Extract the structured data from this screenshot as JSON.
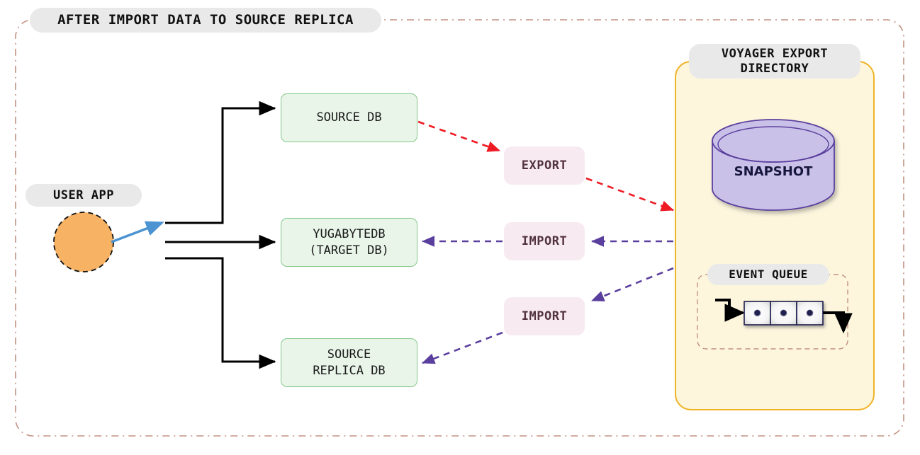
{
  "diagram": {
    "title": "AFTER IMPORT DATA TO SOURCE REPLICA",
    "type": "architecture-flow",
    "outer_border": {
      "style": "dash-dot",
      "color": "#c39182"
    },
    "colors": {
      "db_box_fill": "#e9f5e9",
      "db_box_border": "#86c98a",
      "pill_fill": "#e9e9e9",
      "op_label_fill": "#f7ebf1",
      "op_label_text": "#52323f",
      "export_arrow": "#ee1b24",
      "import_arrow": "#5b3f9e",
      "user_arrow": "#4b93d1",
      "user_circle_fill": "#f7b264",
      "panel_fill": "#fdf6dd",
      "panel_border": "#f0b429",
      "snapshot_fill": "#c9c1e8",
      "snapshot_border": "#5b3f9e",
      "queue_cell_border": "#1d1d4e"
    }
  },
  "user_app": {
    "label": "USER APP",
    "shape": "circle",
    "border_style": "dashed"
  },
  "databases": [
    {
      "id": "source-db",
      "label": "SOURCE DB"
    },
    {
      "id": "target-db",
      "label": "YUGABYTEDB\n(TARGET DB)"
    },
    {
      "id": "replica-db",
      "label": "SOURCE\nREPLICA DB"
    }
  ],
  "operations": [
    {
      "id": "export",
      "label": "EXPORT",
      "from": "source-db",
      "to": "voyager-export-directory",
      "arrow": "red-dashed"
    },
    {
      "id": "import-1",
      "label": "IMPORT",
      "from": "voyager-export-directory",
      "to": "target-db",
      "arrow": "purple-dashed"
    },
    {
      "id": "import-2",
      "label": "IMPORT",
      "from": "voyager-export-directory",
      "to": "replica-db",
      "arrow": "purple-dashed"
    }
  ],
  "voyager_panel": {
    "title": "VOYAGER EXPORT\nDIRECTORY",
    "snapshot": {
      "label": "SNAPSHOT",
      "shape": "cylinder"
    },
    "event_queue": {
      "title": "EVENT QUEUE",
      "cell_count": 3,
      "cells": [
        "event",
        "event",
        "event"
      ]
    }
  }
}
